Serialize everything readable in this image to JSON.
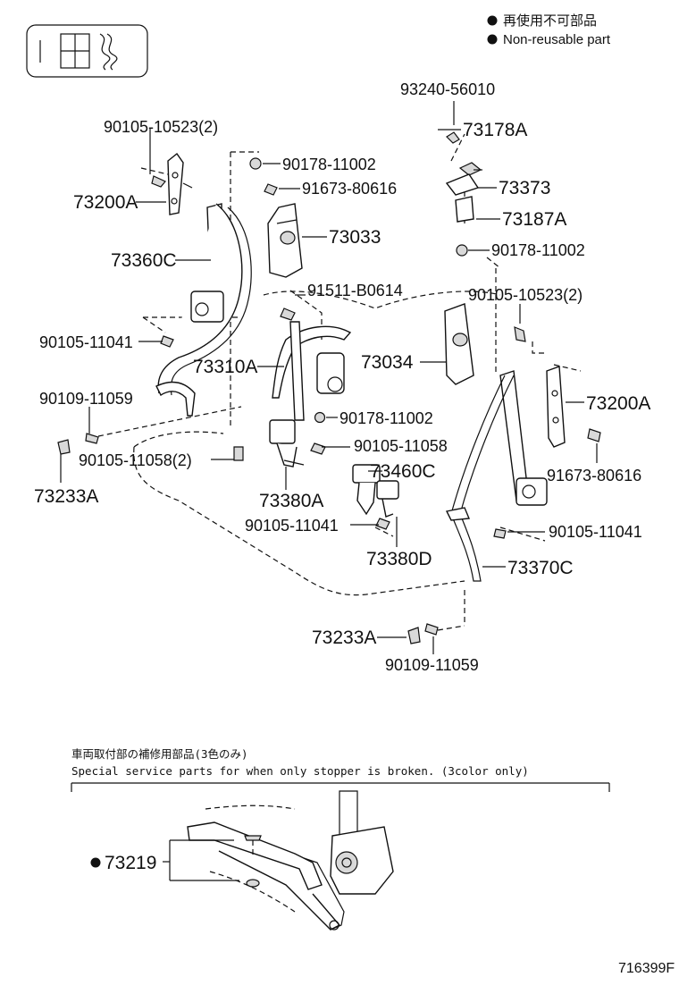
{
  "legend": {
    "jp": "再使用不可部品",
    "en": "Non-reusable part"
  },
  "labels": {
    "p93240": "93240-56010",
    "p73178A": "73178A",
    "p73373": "73373",
    "p73187A": "73187A",
    "p90178_r": "90178-11002",
    "p90105_10523_r": "90105-10523(2)",
    "p73200A_r": "73200A",
    "p91673_r": "91673-80616",
    "p90105_11041_r": "90105-11041",
    "p73370C": "73370C",
    "p73233A_b": "73233A",
    "p90109_b": "90109-11059",
    "p90105_10523_l": "90105-10523(2)",
    "p90178_l": "90178-11002",
    "p91673_l": "91673-80616",
    "p73200A_l": "73200A",
    "p73033": "73033",
    "p73360C": "73360C",
    "p91511": "91511-B0614",
    "p90105_11041_l": "90105-11041",
    "p73310A": "73310A",
    "p73034": "73034",
    "p90109_l": "90109-11059",
    "p90178_c": "90178-11002",
    "p90105_11058": "90105-11058",
    "p90105_11058_2": "90105-11058(2)",
    "p73460C": "73460C",
    "p73233A_l": "73233A",
    "p73380A": "73380A",
    "p90105_11041_c": "90105-11041",
    "p73380D": "73380D",
    "p73219": "73219"
  },
  "footer": {
    "jp_note": "車両取付部の補修用部品(3色のみ)",
    "en_note": "Special service parts for when only stopper is broken. (3color only)",
    "ref": "716399F"
  }
}
